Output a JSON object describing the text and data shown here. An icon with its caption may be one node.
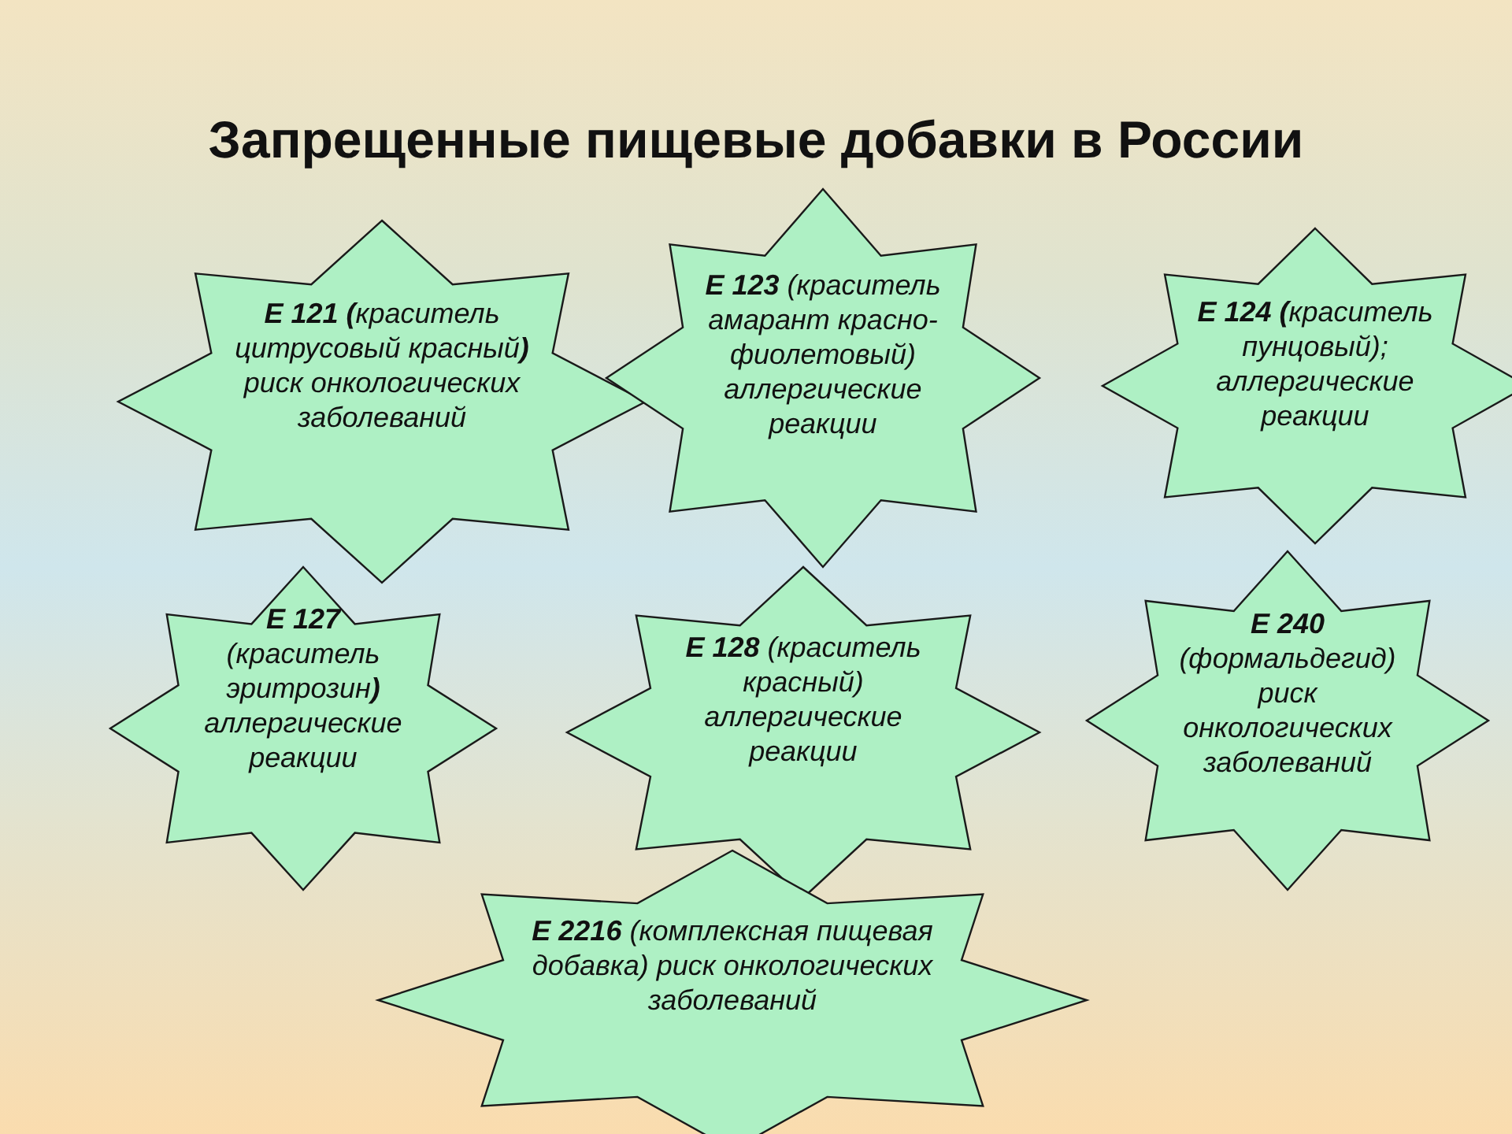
{
  "diagram": {
    "title": "Запрещенные пищевые добавки в России",
    "nodes": [
      {
        "text": [
          "**Е 121 (**краситель цитрусовый красный**)** риск онкологических заболеваний"
        ]
      },
      {
        "text": [
          "**Е 123** (краситель амарант красно-фиолетовый) аллергические реакции"
        ]
      },
      {
        "text": [
          "**Е 124 (**краситель пунцовый); аллергические реакции"
        ]
      },
      {
        "text": [
          "**Е 127** (краситель эритрозин**)** аллергические реакции"
        ]
      },
      {
        "text": [
          "**Е 128** (краситель красный) аллергические реакции"
        ]
      },
      {
        "text": [
          "**Е 240** (формальдегид) риск онкологических заболеваний"
        ]
      },
      {
        "text": [
          "**Е 2216** (комплексная пищевая добавка) риск онкологических заболеваний"
        ]
      }
    ]
  }
}
